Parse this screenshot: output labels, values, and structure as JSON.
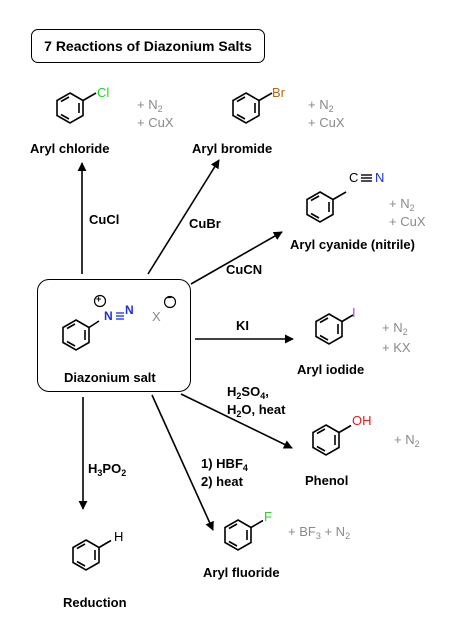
{
  "title": "7 Reactions of Diazonium Salts",
  "center": {
    "label": "Diazonium salt",
    "counterion": "X",
    "charge": "+",
    "anion_charge": "−",
    "n1": "N",
    "n2": "N"
  },
  "reactions": [
    {
      "id": "chloride",
      "reagent": "CuCl",
      "product": "Aryl chloride",
      "substituent": "Cl",
      "byproduct_line1": "+ N",
      "byproduct_line1_sub": "2",
      "byproduct_line2": "+ CuX"
    },
    {
      "id": "bromide",
      "reagent": "CuBr",
      "product": "Aryl bromide",
      "substituent": "Br",
      "byproduct_line1": "+ N",
      "byproduct_line1_sub": "2",
      "byproduct_line2": "+ CuX"
    },
    {
      "id": "cyanide",
      "reagent": "CuCN",
      "product": "Aryl cyanide (nitrile)",
      "substituent_c": "C",
      "substituent_n": "N",
      "byproduct_line1": "+ N",
      "byproduct_line1_sub": "2",
      "byproduct_line2": "+ CuX"
    },
    {
      "id": "iodide",
      "reagent": "KI",
      "product": "Aryl iodide",
      "substituent": "I",
      "byproduct_line1": "+ N",
      "byproduct_line1_sub": "2",
      "byproduct_line2": "+ KX"
    },
    {
      "id": "phenol",
      "reagent_line1_a": "H",
      "reagent_line1_sub1": "2",
      "reagent_line1_b": "SO",
      "reagent_line1_sub2": "4",
      "reagent_line1_c": ",",
      "reagent_line2_a": "H",
      "reagent_line2_sub": "2",
      "reagent_line2_b": "O, heat",
      "product": "Phenol",
      "substituent": "OH",
      "byproduct_line1": "+ N",
      "byproduct_line1_sub": "2"
    },
    {
      "id": "fluoride",
      "reagent_line1_a": "1) HBF",
      "reagent_line1_sub": "4",
      "reagent_line2": "2) heat",
      "product": "Aryl fluoride",
      "substituent": "F",
      "byproduct_a": "+ BF",
      "byproduct_sub1": "3",
      "byproduct_b": " + N",
      "byproduct_sub2": "2"
    },
    {
      "id": "reduction",
      "reagent_a": "H",
      "reagent_sub1": "3",
      "reagent_b": "PO",
      "reagent_sub2": "2",
      "product": "Reduction",
      "substituent": "H"
    }
  ],
  "colors": {
    "chlorine": "#1fd21f",
    "bromine": "#b06a14",
    "cyanide_nitrogen": "#1a2fe0",
    "iodine": "#c43cc8",
    "oxygen": "#e01f1f",
    "fluorine": "#2bd12b",
    "diazo_nitrogen": "#1a2fe0",
    "byproduct": "#8a8a8a"
  }
}
